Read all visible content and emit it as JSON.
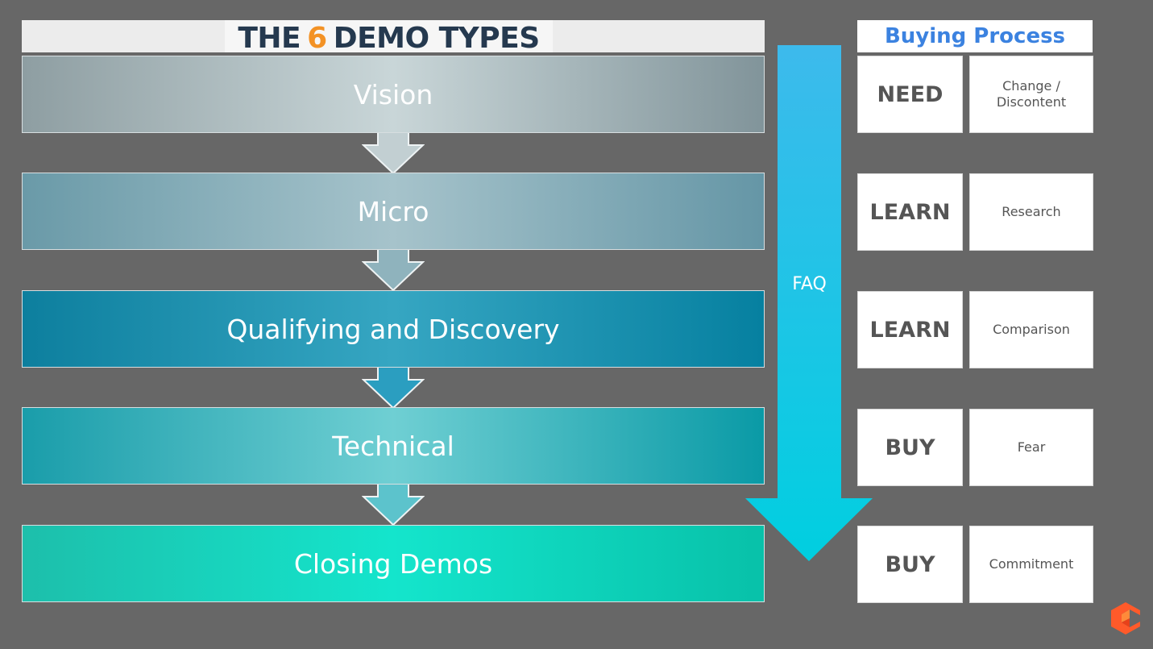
{
  "title": {
    "prefix": "THE",
    "number": "6",
    "suffix": "DEMO TYPES"
  },
  "demo_types": [
    {
      "label": "Vision"
    },
    {
      "label": "Micro"
    },
    {
      "label": "Qualifying and Discovery"
    },
    {
      "label": "Technical"
    },
    {
      "label": "Closing Demos"
    }
  ],
  "faq_arrow": {
    "label": "FAQ"
  },
  "buying_process": {
    "title": "Buying Process",
    "rows": [
      {
        "stage": "NEED",
        "description": "Change /\nDiscontent"
      },
      {
        "stage": "LEARN",
        "description": "Research"
      },
      {
        "stage": "LEARN",
        "description": "Comparison"
      },
      {
        "stage": "BUY",
        "description": "Fear"
      },
      {
        "stage": "BUY",
        "description": "Commitment"
      }
    ]
  },
  "colors": {
    "background": "#676767",
    "title_text": "#25394f",
    "title_number": "#f39225",
    "buying_title": "#3b82e0",
    "faq_arrow_top": "#3dbaec",
    "faq_arrow_bottom": "#00cfe0",
    "logo": "#ff5a2a"
  }
}
